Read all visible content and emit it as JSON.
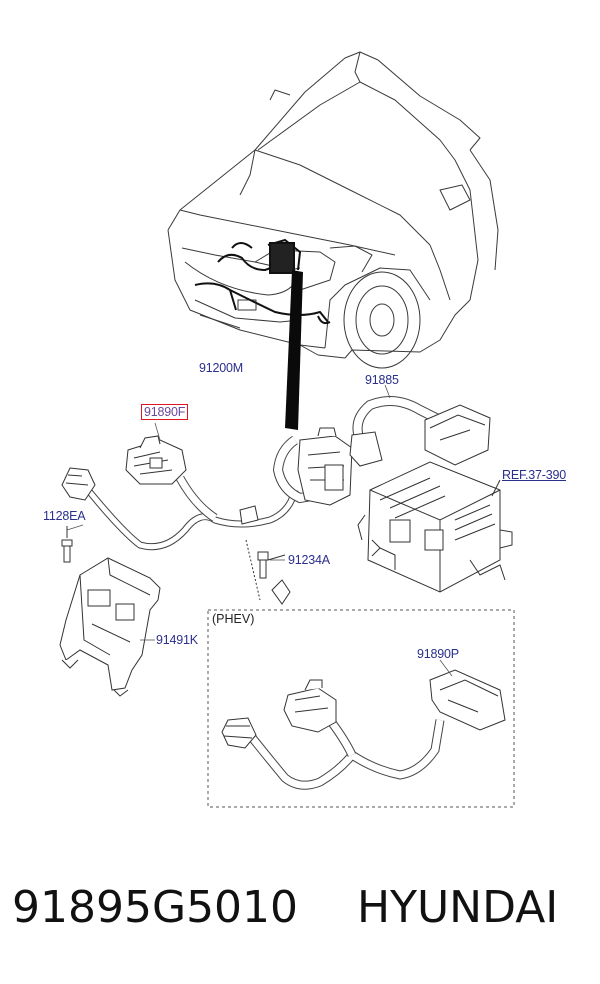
{
  "diagram": {
    "callouts": {
      "harness_91200M": "91200M",
      "harness_91890F": "91890F",
      "harness_91885": "91885",
      "ref": "REF.37-390",
      "bolt_1128EA": "1128EA",
      "bolt_91234A": "91234A",
      "bracket_91491K": "91491K",
      "harness_91890P": "91890P"
    },
    "phev_label": "(PHEV)",
    "highlight_color": "#e0141e",
    "callout_color": "#2b2f8c"
  },
  "caption": {
    "part_number": "91895G5010",
    "brand": "HYUNDAI"
  }
}
